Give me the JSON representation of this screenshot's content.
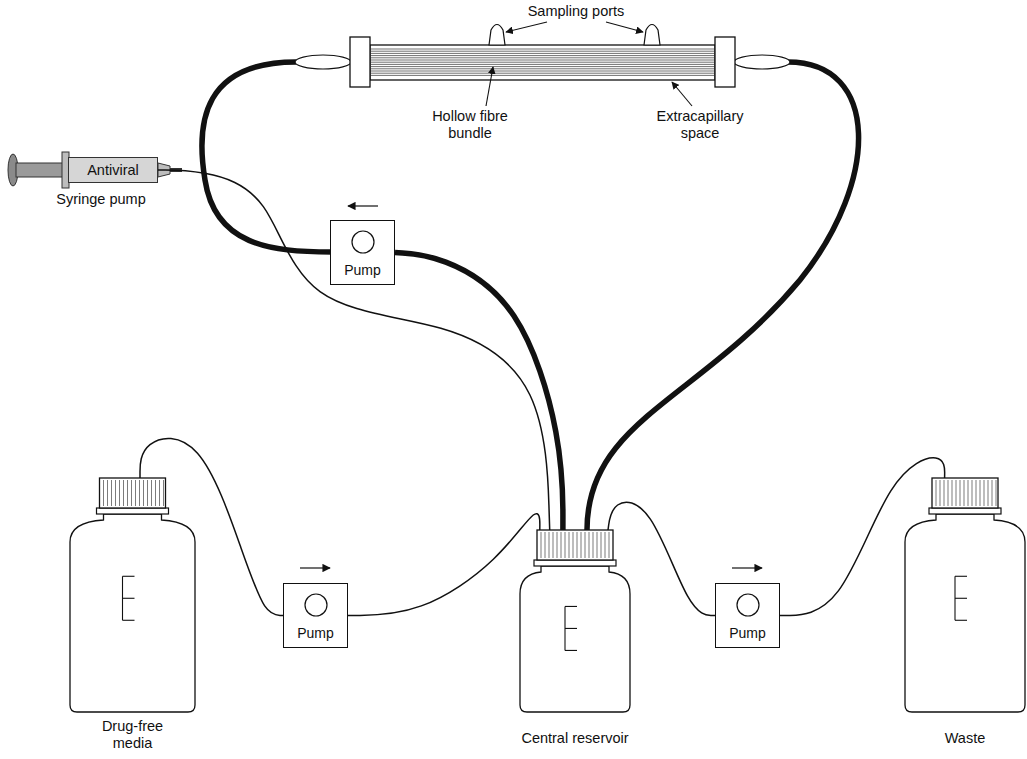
{
  "diagram": {
    "nodes": [
      {
        "text": [
          "Pump"
        ]
      },
      {
        "text": [
          "Antiviral",
          "Syringe pump"
        ]
      },
      {
        "text": [
          "Drug-free media"
        ]
      },
      {
        "text": [
          "Pump"
        ]
      },
      {
        "text": [
          "Central reservoir"
        ]
      },
      {
        "text": [
          "Pump"
        ]
      },
      {
        "text": [
          "Waste"
        ]
      }
    ],
    "edges": [
      {
        "from": 4,
        "to": 0,
        "arrow": "none"
      },
      {
        "from": 1,
        "to": 4,
        "arrow": "none"
      },
      {
        "from": 2,
        "to": 3,
        "arrow": "none"
      },
      {
        "from": 3,
        "to": 4,
        "arrow": "none"
      },
      {
        "from": 4,
        "to": 5,
        "arrow": "none"
      },
      {
        "from": 5,
        "to": 6,
        "arrow": "none"
      }
    ],
    "labels": [
      "Sampling ports",
      "Hollow fibre bundle",
      "Extracapillary space"
    ]
  }
}
